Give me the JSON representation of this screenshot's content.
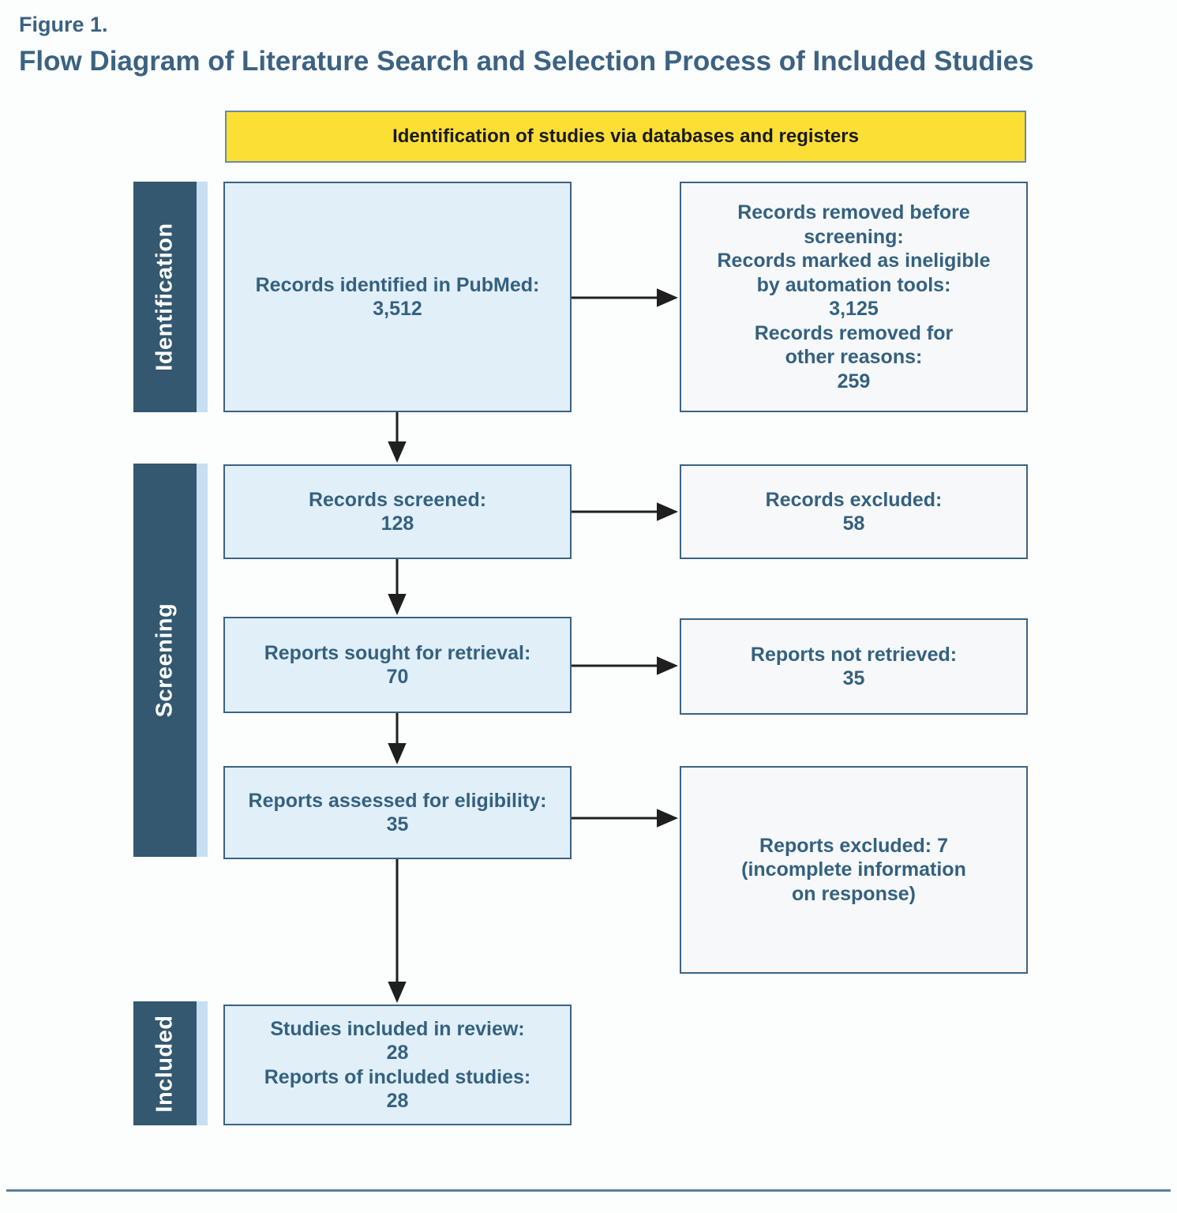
{
  "figure": {
    "label": "Figure 1.",
    "title": "Flow Diagram of Literature Search and Selection Process of Included Studies"
  },
  "banner": {
    "text": "Identification of studies via databases and registers"
  },
  "stages": [
    {
      "key": "identification",
      "label": "Identification"
    },
    {
      "key": "screening",
      "label": "Screening"
    },
    {
      "key": "included",
      "label": "Included"
    }
  ],
  "nodes": {
    "records_identified": "Records identified in PubMed:\n3,512",
    "records_removed": "Records removed before\nscreening:\nRecords marked as ineligible\nby automation tools:\n3,125\nRecords removed for\nother reasons:\n259",
    "records_screened": "Records screened:\n128",
    "records_excluded": "Records excluded:\n58",
    "reports_sought": "Reports sought for retrieval:\n70",
    "reports_not_retrieved": "Reports not retrieved:\n35",
    "reports_assessed": "Reports assessed for eligibility:\n35",
    "reports_excluded": "Reports excluded: 7\n(incomplete information\non response)",
    "studies_included": "Studies included in review:\n28\nReports of included studies:\n28"
  },
  "chart_data": {
    "type": "diagram",
    "title": "Flow Diagram of Literature Search and Selection Process of Included Studies",
    "flow": [
      {
        "stage": "Identification",
        "node": "Records identified in PubMed",
        "value": 3512
      },
      {
        "stage": "Identification",
        "node": "Records marked as ineligible by automation tools",
        "value": 3125
      },
      {
        "stage": "Identification",
        "node": "Records removed for other reasons",
        "value": 259
      },
      {
        "stage": "Screening",
        "node": "Records screened",
        "value": 128
      },
      {
        "stage": "Screening",
        "node": "Records excluded",
        "value": 58
      },
      {
        "stage": "Screening",
        "node": "Reports sought for retrieval",
        "value": 70
      },
      {
        "stage": "Screening",
        "node": "Reports not retrieved",
        "value": 35
      },
      {
        "stage": "Screening",
        "node": "Reports assessed for eligibility",
        "value": 35
      },
      {
        "stage": "Screening",
        "node": "Reports excluded (incomplete information on response)",
        "value": 7
      },
      {
        "stage": "Included",
        "node": "Studies included in review",
        "value": 28
      },
      {
        "stage": "Included",
        "node": "Reports of included studies",
        "value": 28
      }
    ]
  },
  "colors": {
    "banner_fill": "#fcdf35",
    "band_fill": "#33586f",
    "strip_fill": "#c6dff2",
    "primary_node_fill": "#e1eff9",
    "secondary_node_fill": "#f6f8fa",
    "node_border": "#3c6382",
    "text_blue": "#34617f",
    "title_blue": "#3b6282"
  }
}
